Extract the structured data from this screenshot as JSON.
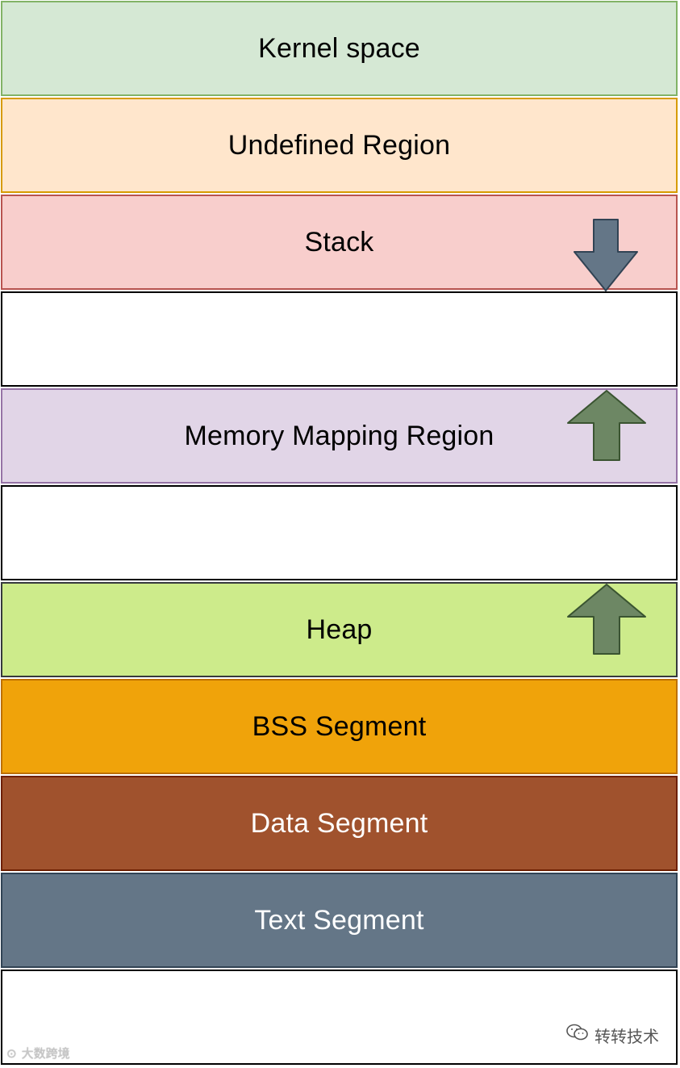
{
  "regions": [
    {
      "label": "Kernel space",
      "fill": "#d5e8d4",
      "border": "#82b366",
      "text_color": "#000000"
    },
    {
      "label": "Undefined Region",
      "fill": "#ffe6cc",
      "border": "#d79b00",
      "text_color": "#000000"
    },
    {
      "label": "Stack",
      "fill": "#f8cecc",
      "border": "#b85450",
      "text_color": "#000000"
    },
    {
      "label": "",
      "fill": "#ffffff",
      "border": "#000000",
      "text_color": "#000000"
    },
    {
      "label": "Memory Mapping Region",
      "fill": "#e1d5e7",
      "border": "#9673a6",
      "text_color": "#000000"
    },
    {
      "label": "",
      "fill": "#ffffff",
      "border": "#000000",
      "text_color": "#000000"
    },
    {
      "label": "Heap",
      "fill": "#cdeb8b",
      "border": "#36393d",
      "text_color": "#000000"
    },
    {
      "label": "BSS Segment",
      "fill": "#f0a30a",
      "border": "#bd7000",
      "text_color": "#000000"
    },
    {
      "label": "Data Segment",
      "fill": "#a0522d",
      "border": "#6d1f00",
      "text_color": "#ffffff"
    },
    {
      "label": "Text Segment",
      "fill": "#647687",
      "border": "#314354",
      "text_color": "#ffffff"
    },
    {
      "label": "",
      "fill": "#ffffff",
      "border": "#000000",
      "text_color": "#000000"
    }
  ],
  "arrows": {
    "stack": {
      "icon": "arrow-down-icon",
      "fill": "#647687",
      "stroke": "#314354"
    },
    "mmap": {
      "icon": "arrow-up-icon",
      "fill": "#6d8764",
      "stroke": "#3a5431"
    },
    "heap": {
      "icon": "arrow-up-icon",
      "fill": "#6d8764",
      "stroke": "#3a5431"
    }
  },
  "watermarks": {
    "left": "大数跨境",
    "right": "转转技术"
  }
}
